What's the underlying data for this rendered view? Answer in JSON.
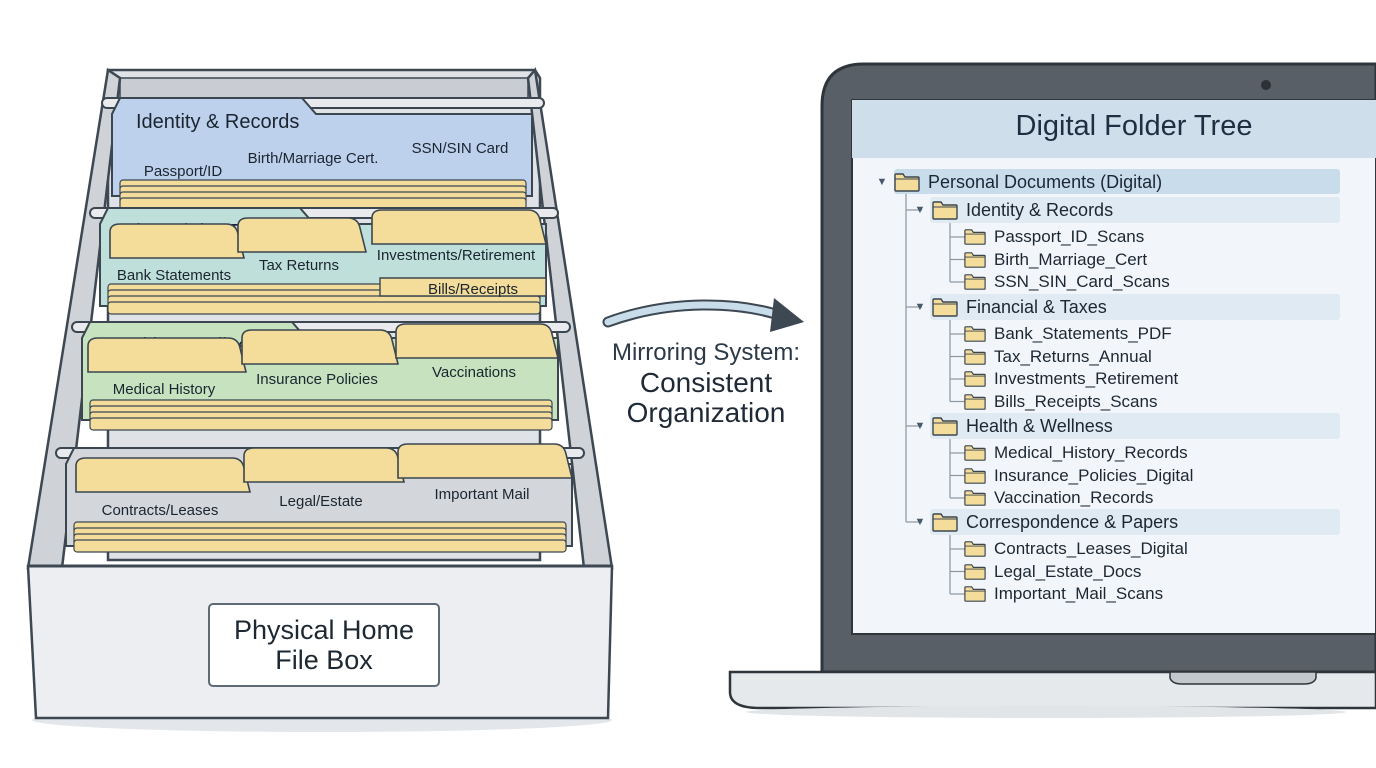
{
  "file_box": {
    "label_line1": "Physical Home",
    "label_line2": "File Box",
    "sections": [
      {
        "title": "Identity & Records",
        "color": "#bdd1ec",
        "tabs": [
          "Passport/ID",
          "Birth/Marriage Cert.",
          "SSN/SIN Card"
        ]
      },
      {
        "title": "Financial & Taxes",
        "color": "#bfe0da",
        "tabs": [
          "Bank Statements",
          "Tax Returns",
          "Investments/Retirement",
          "Bills/Receipts"
        ]
      },
      {
        "title": "Health & Wellness",
        "color": "#c6e2bf",
        "tabs": [
          "Medical History",
          "Insurance Policies",
          "Vaccinations"
        ]
      },
      {
        "title": "Correspondence & Papers",
        "color": "#d3d6db",
        "tabs": [
          "Contracts/Leases",
          "Legal/Estate",
          "Important Mail"
        ]
      }
    ]
  },
  "arrow": {
    "line1": "Mirroring System:",
    "line2": "Consistent",
    "line3": "Organization"
  },
  "laptop": {
    "screen_title": "Digital Folder Tree",
    "root": "Personal Documents (Digital)",
    "groups": [
      {
        "name": "Identity & Records",
        "files": [
          "Passport_ID_Scans",
          "Birth_Marriage_Cert",
          "SSN_SIN_Card_Scans"
        ]
      },
      {
        "name": "Financial & Taxes",
        "files": [
          "Bank_Statements_PDF",
          "Tax_Returns_Annual",
          "Investments_Retirement",
          "Bills_Receipts_Scans"
        ]
      },
      {
        "name": "Health & Wellness",
        "files": [
          "Medical_History_Records",
          "Insurance_Policies_Digital",
          "Vaccination_Records"
        ]
      },
      {
        "name": "Correspondence & Papers",
        "files": [
          "Contracts_Leases_Digital",
          "Legal_Estate_Docs",
          "Important_Mail_Scans"
        ]
      }
    ]
  },
  "colors": {
    "folder_tan": "#f4dc9a",
    "folder_stroke": "#3b4650",
    "row_highlight": "#dfeaf3",
    "root_highlight": "#c9dcec",
    "screen_bg": "#f2f6fa",
    "bezel": "#555c63"
  }
}
